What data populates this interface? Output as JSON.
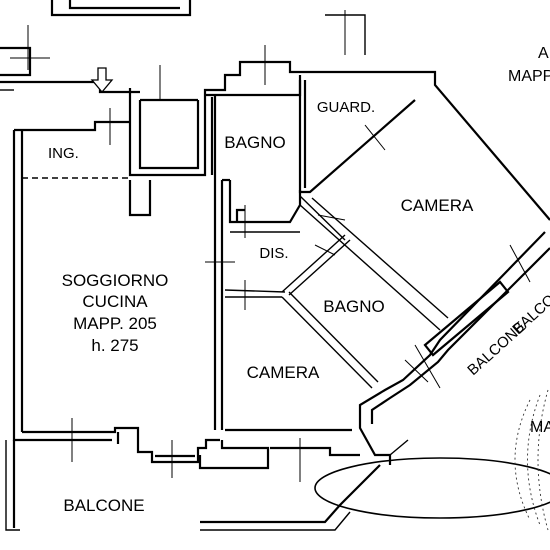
{
  "rooms": {
    "ingresso": "ING.",
    "soggiorno_line1": "SOGGIORNO",
    "soggiorno_line2": "CUCINA",
    "soggiorno_line3": "MAPP. 205",
    "soggiorno_line4": "h. 275",
    "bagno_1": "BAGNO",
    "guardaroba": "GUARD.",
    "camera_1": "CAMERA",
    "disimpegno": "DIS.",
    "bagno_2": "BAGNO",
    "camera_2": "CAMERA",
    "balcone_bottom": "BALCONE",
    "balcone_right_1": "BALCONE",
    "balcone_right_2": "BALCONE"
  },
  "edge_labels": {
    "top_right_letter": "A",
    "top_right_mapp": "MAPP",
    "right_letter": "MA"
  },
  "entrance_icon": "down-arrow-icon"
}
